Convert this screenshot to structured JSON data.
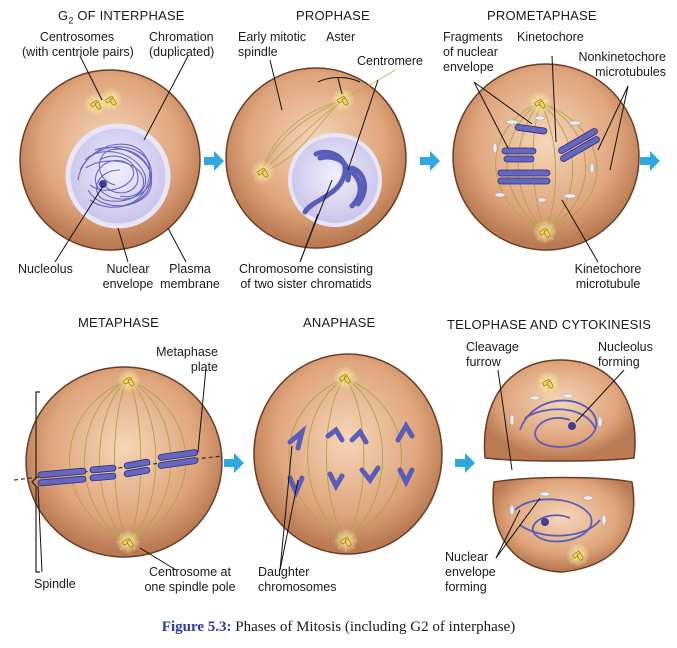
{
  "titles": {
    "g2_prefix": "G",
    "g2_sub": "2",
    "g2_suffix": " OF INTERPHASE",
    "prophase": "PROPHASE",
    "prometaphase": "PROMETAPHASE",
    "metaphase": "METAPHASE",
    "anaphase": "ANAPHASE",
    "telophase": "TELOPHASE AND CYTOKINESIS"
  },
  "labels": {
    "centrosomes_1": "Centrosomes",
    "centrosomes_2": "(with centriole pairs)",
    "chromation_1": "Chromation",
    "chromation_2": "(duplicated)",
    "nucleolus": "Nucleolus",
    "nuclear_envelope_1": "Nuclear",
    "nuclear_envelope_2": "envelope",
    "plasma_membrane_1": "Plasma",
    "plasma_membrane_2": "membrane",
    "early_spindle_1": "Early mitotic",
    "early_spindle_2": "spindle",
    "aster": "Aster",
    "centromere": "Centromere",
    "chromosome_1": "Chromosome consisting",
    "chromosome_2": "of two sister chromatids",
    "fragments_1": "Fragments",
    "fragments_2": "of nuclear",
    "fragments_3": "envelope",
    "kinetochore": "Kinetochore",
    "nonkinetochore_1": "Nonkinetochore",
    "nonkinetochore_2": "microtubules",
    "kinetochore_mt_1": "Kinetochore",
    "kinetochore_mt_2": "microtubule",
    "metaphase_plate_1": "Metaphase",
    "metaphase_plate_2": "plate",
    "spindle": "Spindle",
    "centrosome_pole_1": "Centrosome at",
    "centrosome_pole_2": "one spindle pole",
    "daughter_1": "Daughter",
    "daughter_2": "chromosomes",
    "cleavage_1": "Cleavage",
    "cleavage_2": "furrow",
    "nucleolus_forming_1": "Nucleolus",
    "nucleolus_forming_2": "forming",
    "env_forming_1": "Nuclear",
    "env_forming_2": "envelope",
    "env_forming_3": "forming"
  },
  "caption": {
    "label": "Figure 5.3:",
    "text": " Phases of Mitosis (including G2 of interphase)"
  },
  "colors": {
    "cell_fill": "#d99a72",
    "cell_light": "#f3cfae",
    "cell_edge": "#5a3420",
    "chromosome": "#5a5db8",
    "chromosome_dark": "#2d2f7a",
    "nucleus": "#d8d4f0",
    "spindle": "#a89a3c",
    "centrosome": "#f2d25a",
    "arrow": "#2ea8df"
  }
}
